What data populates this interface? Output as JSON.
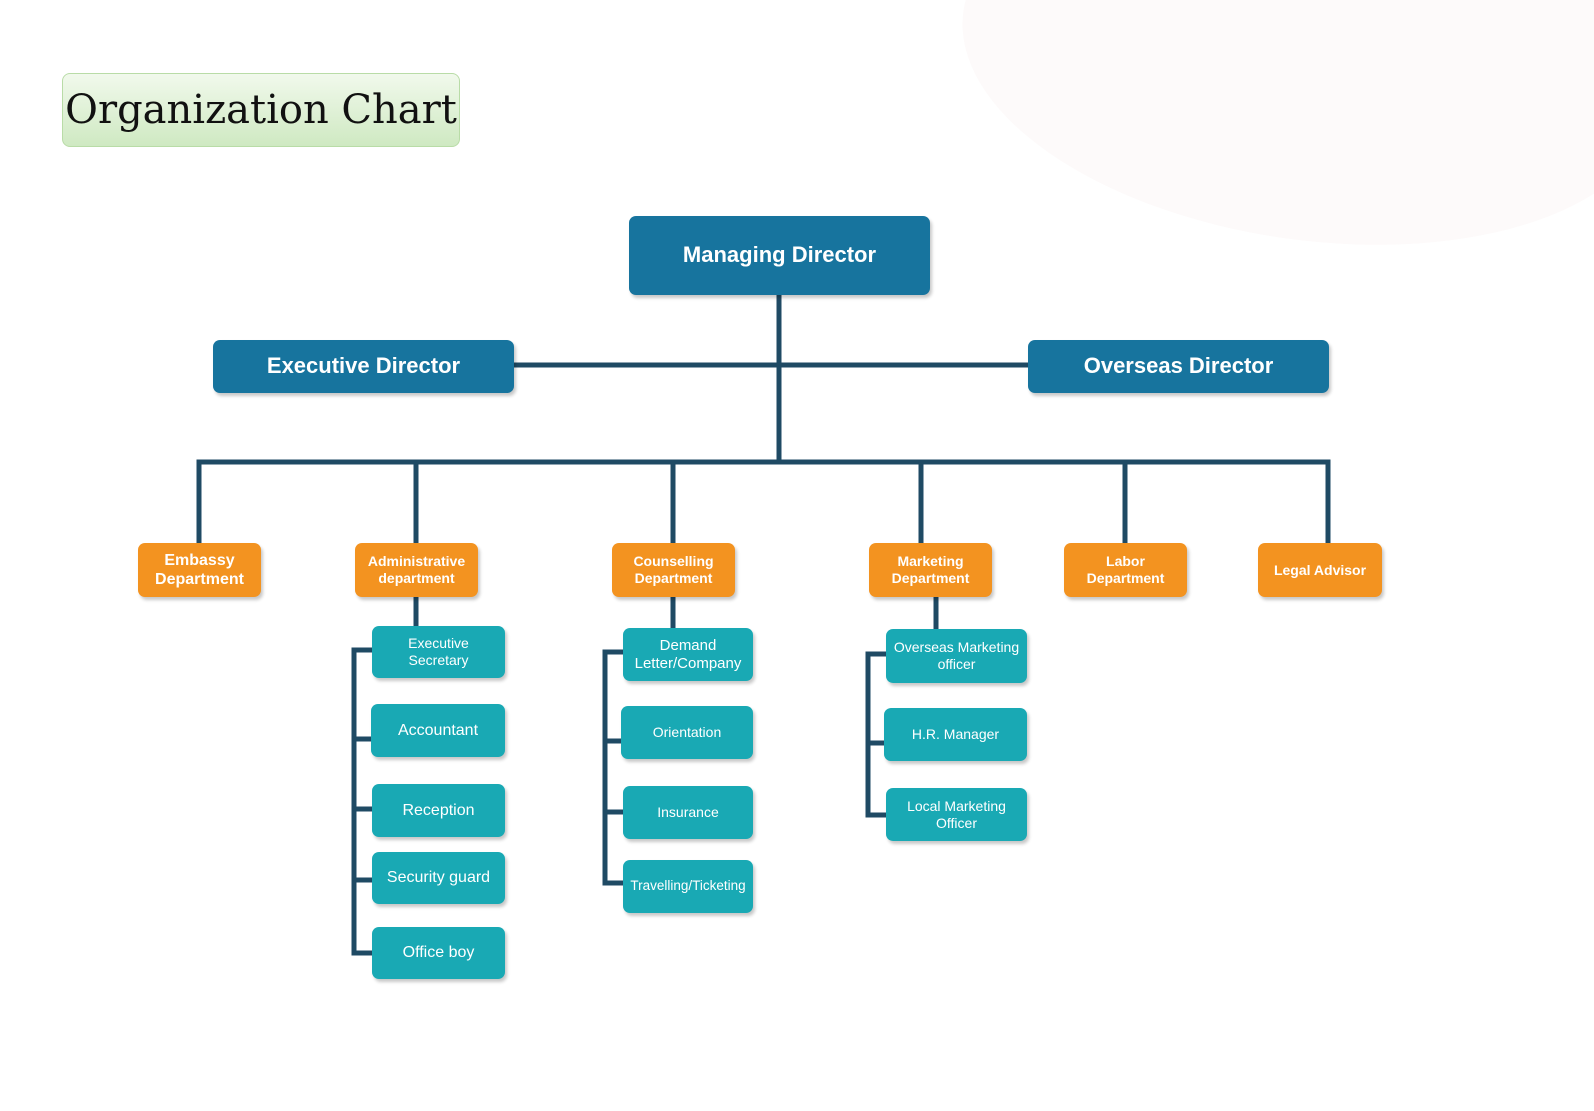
{
  "title": "Organization Chart",
  "colors": {
    "connector": "#1f4a64",
    "director": "#17749e",
    "department": "#f39320",
    "staff": "#19a9b4"
  },
  "managing_director": "Managing Director",
  "executive_director": "Executive Director",
  "overseas_director": "Overseas Director",
  "departments": {
    "embassy": "Embassy Department",
    "administrative": "Administrative department",
    "counselling": "Counselling Department",
    "marketing": "Marketing Department",
    "labor": "Labor Department",
    "legal": "Legal Advisor"
  },
  "admin_staff": [
    "Executive Secretary",
    "Accountant",
    "Reception",
    "Security guard",
    "Office boy"
  ],
  "counselling_staff": [
    "Demand Letter/Company",
    "Orientation",
    "Insurance",
    "Travelling/Ticketing"
  ],
  "marketing_staff": [
    "Overseas Marketing officer",
    "H.R. Manager",
    "Local Marketing Officer"
  ]
}
